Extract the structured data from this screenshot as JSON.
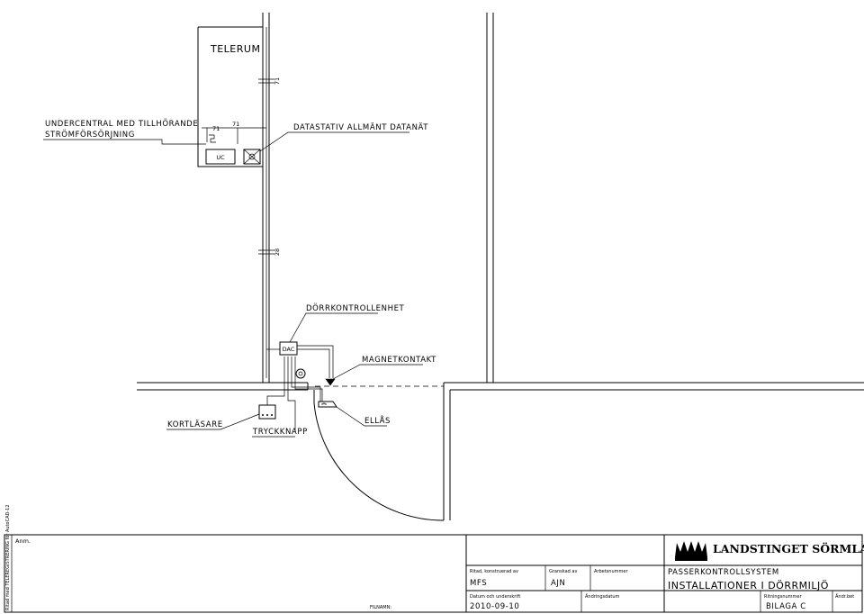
{
  "labels": {
    "telerum": "TELERUM",
    "undercentral_line1": "UNDERCENTRAL MED TILLHÖRANDE",
    "undercentral_line2": "STRÖMFÖRSÖRJNING",
    "datastativ": "DATASTATIV ALLMÄNT DATANÄT",
    "dorrkontrollenhet": "DÖRRKONTROLLENHET",
    "magnetkontakt": "MAGNETKONTAKT",
    "kortlasare": "KORTLÄSARE",
    "tryckknapp": "TRYCKKNAPP",
    "ellas": "ELLÅS",
    "uc": "UC",
    "dac": "DAC",
    "cable_71_top": "71",
    "cable_71_mid": "71",
    "cable_71_uc": "71",
    "cable_28": "28"
  },
  "title_block": {
    "anm_label": "Anm.",
    "filnamn_label": "FILNAMN:",
    "side_text": "Ritad med TELEREGISTRERING för AutoCAD-12",
    "ritad_label": "Ritad, konstruerad av",
    "ritad_value": "MFS",
    "granskad_label": "Granskad av",
    "granskad_value": "AJN",
    "arbetsnummer_label": "Arbetsnummer",
    "datum_label": "Datum och underskrift",
    "datum_value": "2010-09-10",
    "andringsdatum_label": "Ändringsdatum",
    "project_line1": "PASSERKONTROLLSYSTEM",
    "project_line2": "INSTALLATIONER I DÖRRMILJÖ",
    "ritningsnummer_label": "Ritningsnummer",
    "ritningsnummer_value": "BILAGA C",
    "andr_label": "Ändr.bet",
    "logo_text": "LANDSTINGET SÖRMLAND"
  }
}
